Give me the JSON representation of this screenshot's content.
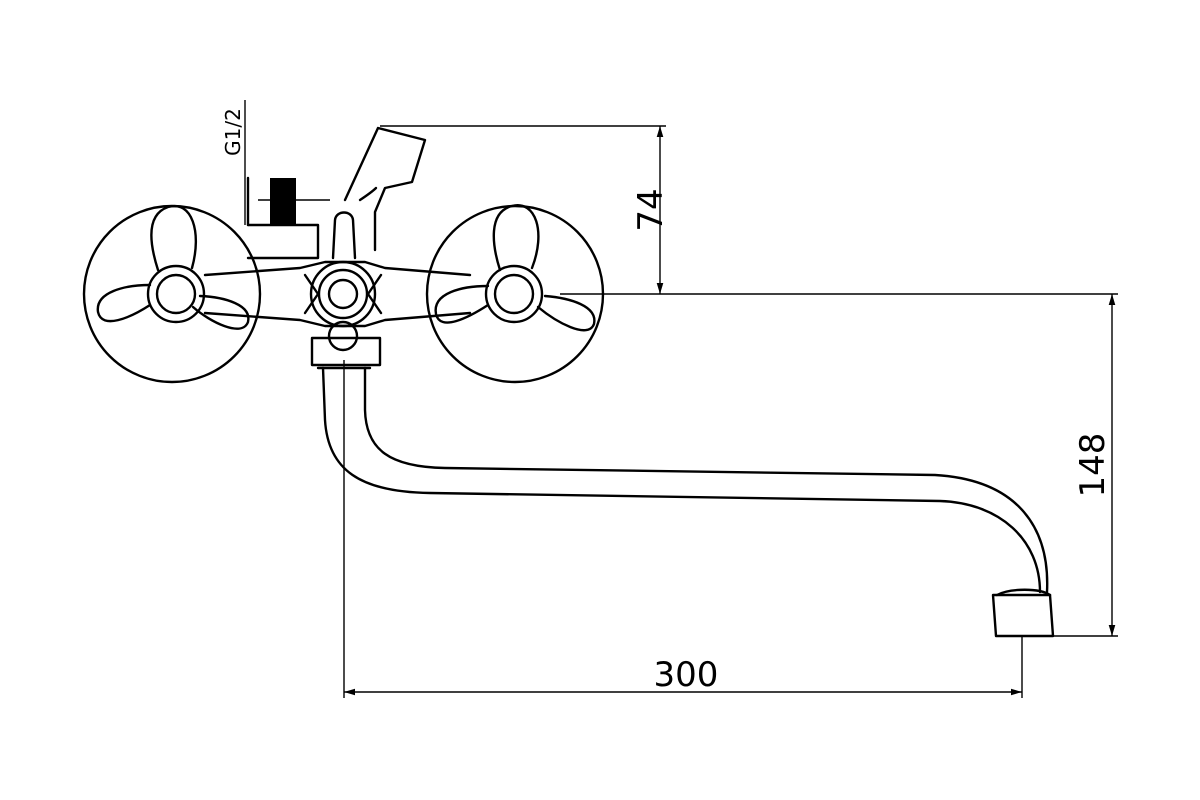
{
  "drawing": {
    "thread_label": "G1/2",
    "dimensions": {
      "height_top": "74",
      "height_spout": "148",
      "reach": "300"
    }
  }
}
